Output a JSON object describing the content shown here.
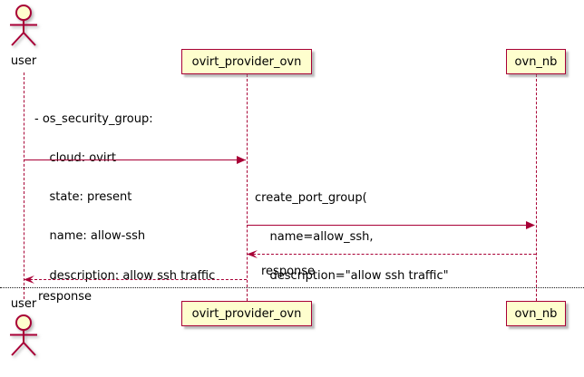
{
  "participants": [
    {
      "id": "user",
      "label": "user",
      "type": "actor"
    },
    {
      "id": "ovirt_provider_ovn",
      "label": "ovirt_provider_ovn",
      "type": "participant"
    },
    {
      "id": "ovn_nb",
      "label": "ovn_nb",
      "type": "participant"
    }
  ],
  "messages": [
    {
      "from": "user",
      "to": "ovirt_provider_ovn",
      "line_style": "solid",
      "lines": [
        "- os_security_group:",
        "    cloud: ovirt",
        "    state: present",
        "    name: allow-ssh",
        "    description: allow ssh traffic"
      ]
    },
    {
      "from": "ovirt_provider_ovn",
      "to": "ovn_nb",
      "line_style": "solid",
      "lines": [
        "create_port_group(",
        "    name=allow_ssh,",
        "    description=\"allow ssh traffic\"",
        ")"
      ]
    },
    {
      "from": "ovn_nb",
      "to": "ovirt_provider_ovn",
      "line_style": "dashed",
      "lines": [
        "response"
      ]
    },
    {
      "from": "ovirt_provider_ovn",
      "to": "user",
      "line_style": "dashed",
      "lines": [
        "response"
      ]
    }
  ],
  "colors": {
    "stroke": "#A80036",
    "participant_fill": "#FEFECE",
    "text": "#000000",
    "separator": "#1a1a1a",
    "background": "#FFFFFF"
  }
}
